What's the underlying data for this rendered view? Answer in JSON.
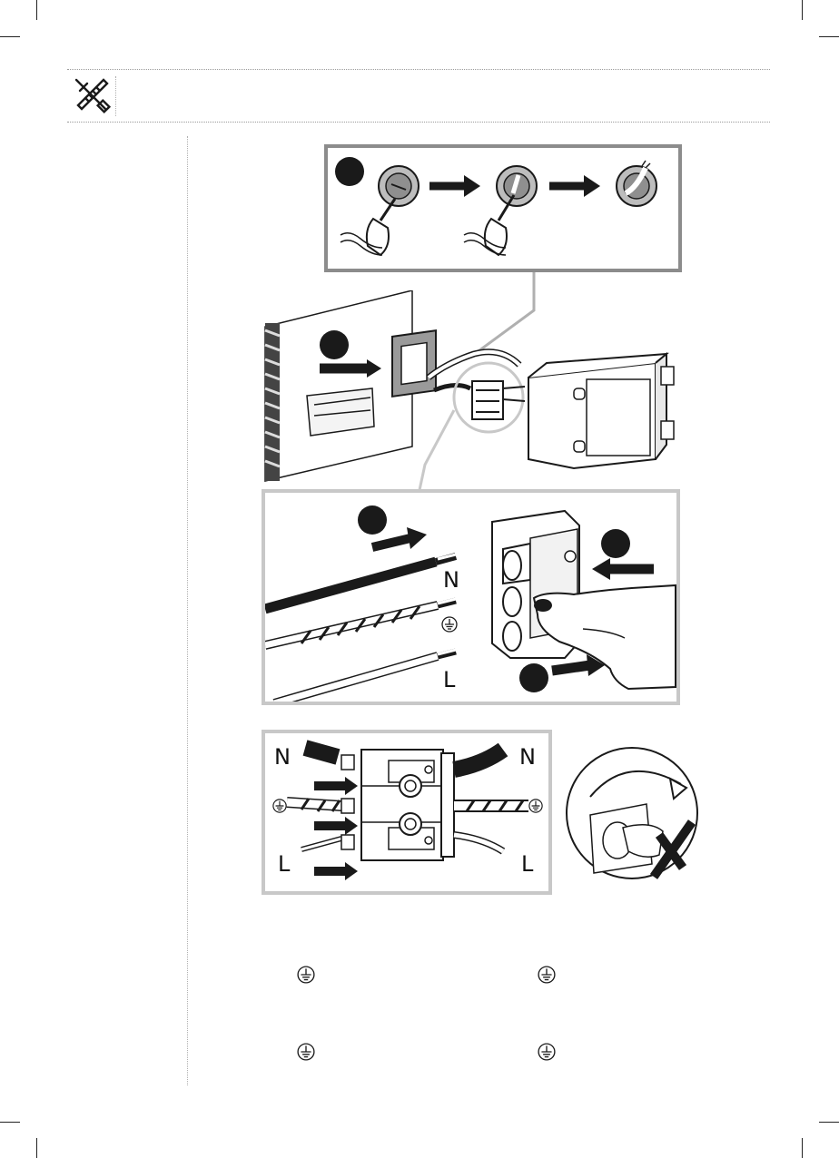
{
  "colors": {
    "frame_dark": "#8c8c8c",
    "frame_light": "#c8c8c8",
    "ink": "#1a1a1a"
  },
  "icons": {
    "header": "tools-icon",
    "earth": "earth-symbol-icon",
    "step": "step-number-circle-icon",
    "arrow": "arrow-right-icon"
  },
  "wires_panel": {
    "neutral": "N",
    "live": "L"
  },
  "connection_panel": {
    "left_neutral": "N",
    "left_live": "L",
    "right_neutral": "N",
    "right_live": "L"
  }
}
